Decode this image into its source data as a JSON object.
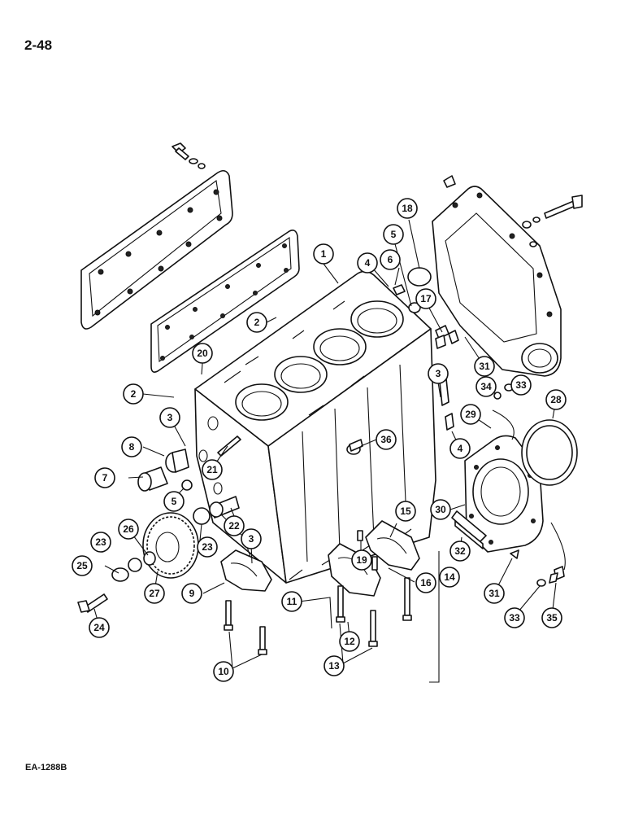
{
  "page": {
    "number": "2-48",
    "figure_code": "EA-1288B"
  },
  "diagram": {
    "parts_drawn": [
      "cylinder-block",
      "rocker-cover",
      "cover-gasket",
      "rear-housing",
      "rear-seal-ring",
      "rear-seal-housing",
      "camshaft-gear",
      "camshaft-bushings",
      "main-bearing-caps",
      "bolts",
      "dowels",
      "plugs",
      "seal-strip",
      "gasket-strip"
    ]
  },
  "callouts": [
    {
      "id": "c1",
      "label": "1"
    },
    {
      "id": "c2a",
      "label": "2"
    },
    {
      "id": "c2b",
      "label": "2"
    },
    {
      "id": "c3a",
      "label": "3"
    },
    {
      "id": "c3b",
      "label": "3"
    },
    {
      "id": "c3c",
      "label": "3"
    },
    {
      "id": "c4a",
      "label": "4"
    },
    {
      "id": "c4b",
      "label": "4"
    },
    {
      "id": "c5a",
      "label": "5"
    },
    {
      "id": "c5b",
      "label": "5"
    },
    {
      "id": "c6",
      "label": "6"
    },
    {
      "id": "c7",
      "label": "7"
    },
    {
      "id": "c8",
      "label": "8"
    },
    {
      "id": "c9",
      "label": "9"
    },
    {
      "id": "c10",
      "label": "10"
    },
    {
      "id": "c11",
      "label": "11"
    },
    {
      "id": "c12",
      "label": "12"
    },
    {
      "id": "c13",
      "label": "13"
    },
    {
      "id": "c14",
      "label": "14"
    },
    {
      "id": "c15",
      "label": "15"
    },
    {
      "id": "c16",
      "label": "16"
    },
    {
      "id": "c17",
      "label": "17"
    },
    {
      "id": "c18",
      "label": "18"
    },
    {
      "id": "c19",
      "label": "19"
    },
    {
      "id": "c20",
      "label": "20"
    },
    {
      "id": "c21",
      "label": "21"
    },
    {
      "id": "c22",
      "label": "22"
    },
    {
      "id": "c23a",
      "label": "23"
    },
    {
      "id": "c23b",
      "label": "23"
    },
    {
      "id": "c24",
      "label": "24"
    },
    {
      "id": "c25",
      "label": "25"
    },
    {
      "id": "c26",
      "label": "26"
    },
    {
      "id": "c27",
      "label": "27"
    },
    {
      "id": "c28",
      "label": "28"
    },
    {
      "id": "c29",
      "label": "29"
    },
    {
      "id": "c30",
      "label": "30"
    },
    {
      "id": "c31a",
      "label": "31"
    },
    {
      "id": "c31b",
      "label": "31"
    },
    {
      "id": "c32",
      "label": "32"
    },
    {
      "id": "c33a",
      "label": "33"
    },
    {
      "id": "c33b",
      "label": "33"
    },
    {
      "id": "c34",
      "label": "34"
    },
    {
      "id": "c35",
      "label": "35"
    },
    {
      "id": "c36",
      "label": "36"
    }
  ]
}
